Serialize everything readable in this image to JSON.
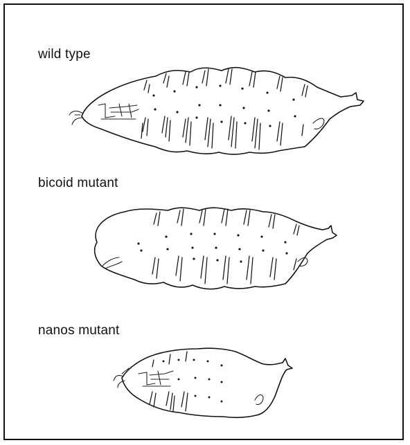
{
  "figure": {
    "panels": [
      {
        "id": "wild",
        "label": "wild type"
      },
      {
        "id": "bicoid",
        "label": "bicoid mutant"
      },
      {
        "id": "nanos",
        "label": "nanos mutant"
      }
    ]
  }
}
